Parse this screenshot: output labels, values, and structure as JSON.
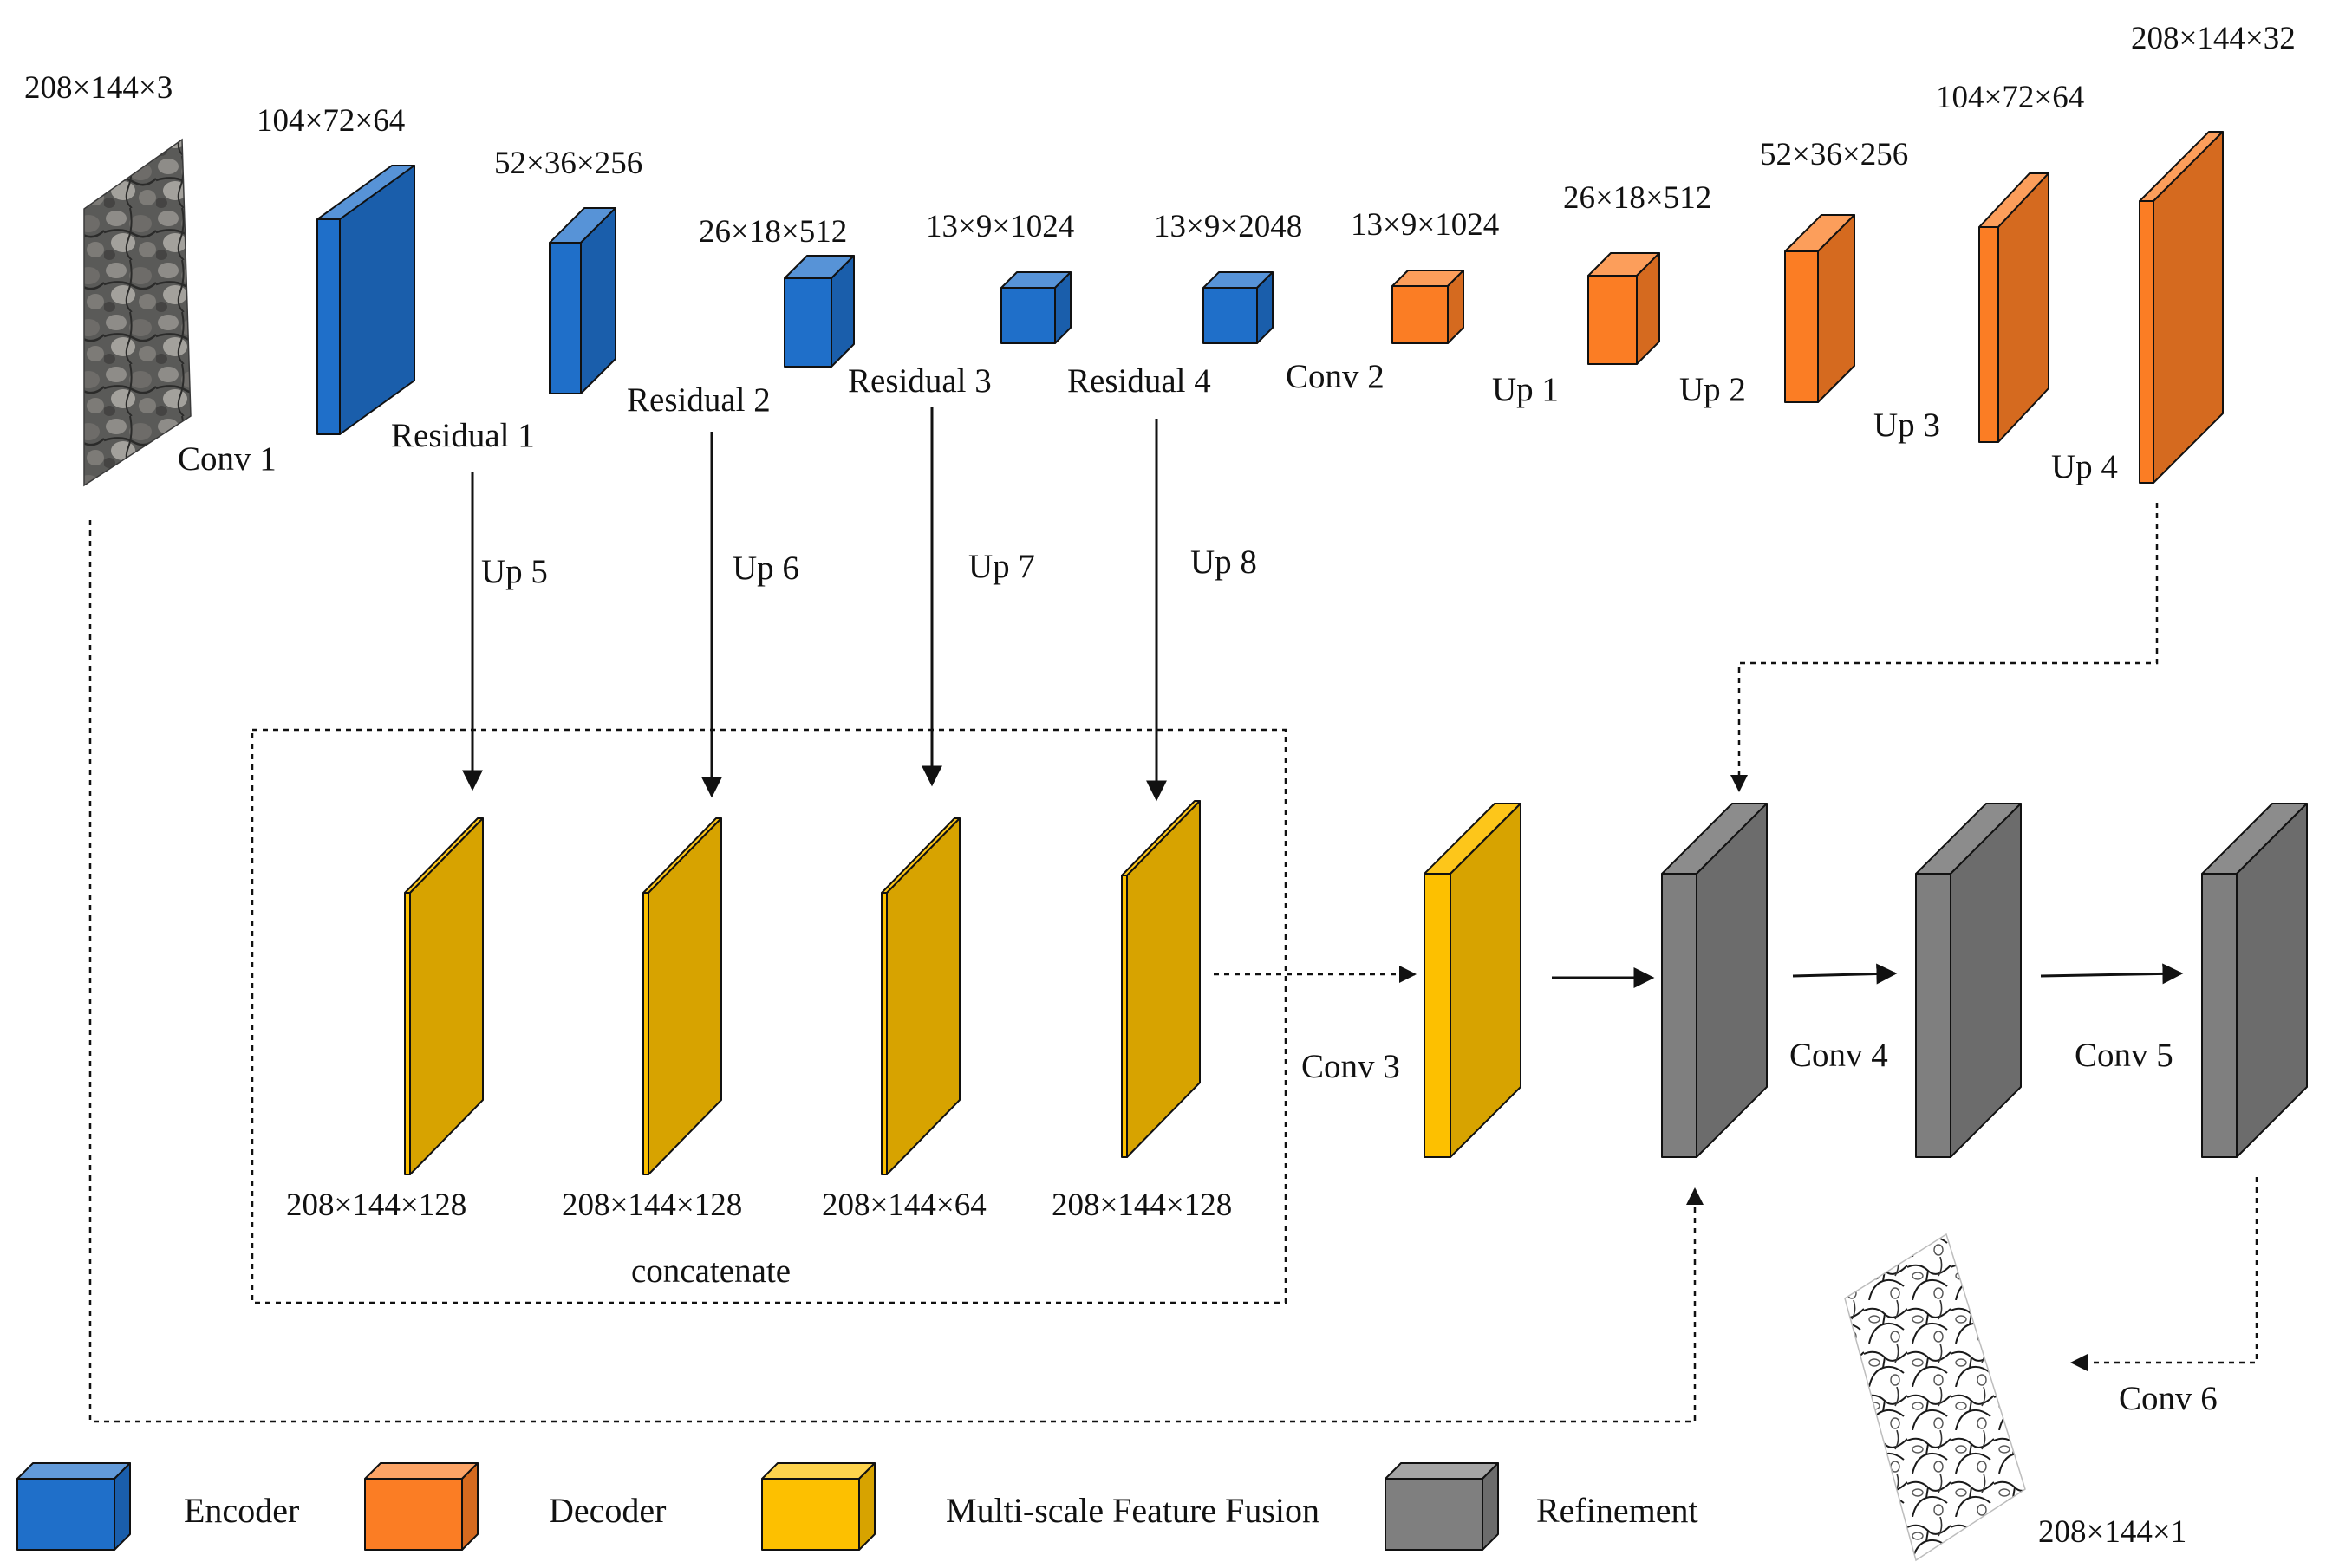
{
  "colors": {
    "encoder": "#1f6fc9",
    "decoder": "#fb7d24",
    "fusion": "#fdc000",
    "refinement": "#7f7f7f",
    "line": "#111111"
  },
  "input": {
    "dims": "208×144×3"
  },
  "output": {
    "dims": "208×144×1"
  },
  "encoder_blocks": [
    {
      "label": "Conv 1",
      "dims": "104×72×64"
    },
    {
      "label": "Residual 1",
      "dims": "52×36×256"
    },
    {
      "label": "Residual 2",
      "dims": "26×18×512"
    },
    {
      "label": "Residual 3",
      "dims": "13×9×1024"
    },
    {
      "label": "Residual 4",
      "dims": "13×9×2048"
    }
  ],
  "decoder_blocks": [
    {
      "label": "Conv 2",
      "dims": "13×9×1024"
    },
    {
      "label": "Up 1",
      "dims": "26×18×512"
    },
    {
      "label": "Up 2",
      "dims": "52×36×256"
    },
    {
      "label": "Up 3",
      "dims": "104×72×64"
    },
    {
      "label": "Up 4",
      "dims": "208×144×32"
    }
  ],
  "upsample_branches": [
    {
      "label": "Up 5",
      "dims": "208×144×128"
    },
    {
      "label": "Up 6",
      "dims": "208×144×128"
    },
    {
      "label": "Up 7",
      "dims": "208×144×64"
    },
    {
      "label": "Up 8",
      "dims": "208×144×128"
    }
  ],
  "concat_label": "concatenate",
  "fusion_conv": {
    "label": "Conv 3"
  },
  "refinement_convs": [
    {
      "label": "Conv 4"
    },
    {
      "label": "Conv 5"
    },
    {
      "label": "Conv 6"
    }
  ],
  "legend": [
    {
      "name": "Encoder",
      "color": "#1f6fc9"
    },
    {
      "name": "Decoder",
      "color": "#fb7d24"
    },
    {
      "name": "Multi-scale Feature Fusion",
      "color": "#fdc000"
    },
    {
      "name": "Refinement",
      "color": "#7f7f7f"
    }
  ]
}
